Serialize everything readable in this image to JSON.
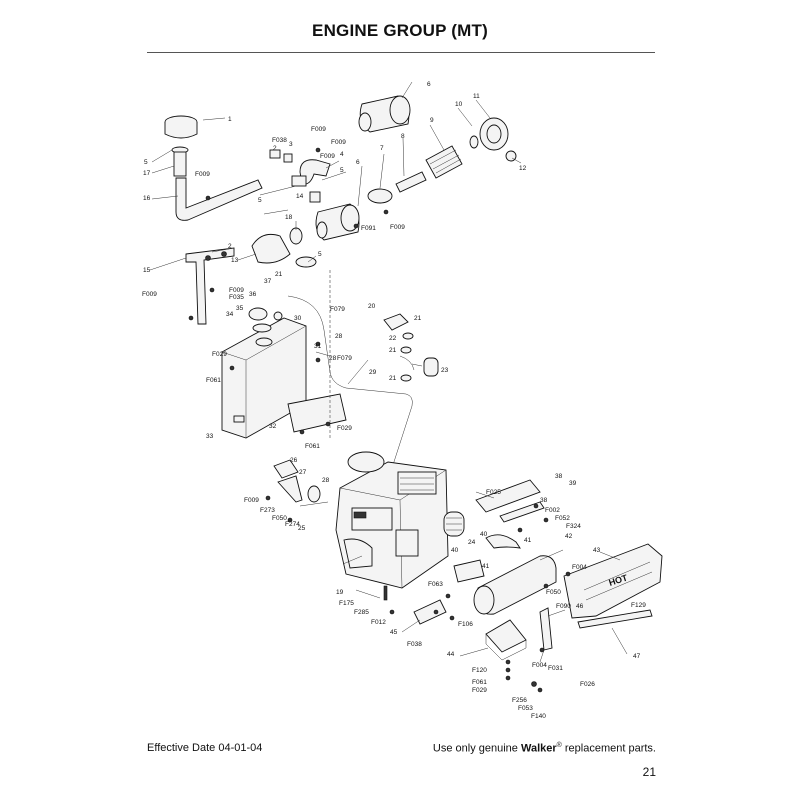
{
  "header": {
    "title": "ENGINE GROUP (MT)"
  },
  "footer": {
    "effective_date": "Effective Date 04-01-04",
    "notice_prefix": "Use only genuine",
    "brand": "Walker",
    "brand_mark": "®",
    "notice_suffix": "replacement parts.",
    "page_number": "21"
  },
  "diagram": {
    "muffler_guard_text": "HOT",
    "callouts": {
      "c_1": "1",
      "c_2a": "2",
      "c_2b": "2",
      "c_3": "3",
      "c_4": "4",
      "c_5a": "5",
      "c_5b": "5",
      "c_5c": "5",
      "c_5d": "5",
      "c_6a": "6",
      "c_6b": "6",
      "c_7": "7",
      "c_8": "8",
      "c_9": "9",
      "c_10": "10",
      "c_11": "11",
      "c_12": "12",
      "c_13": "13",
      "c_14": "14",
      "c_15": "15",
      "c_16": "16",
      "c_17": "17",
      "c_18": "18",
      "c_19": "19",
      "c_20": "20",
      "c_21a": "21",
      "c_21b": "21",
      "c_21c": "21",
      "c_21d": "21",
      "c_22": "22",
      "c_23": "23",
      "c_24": "24",
      "c_25": "25",
      "c_26": "26",
      "c_27": "27",
      "c_28a": "28",
      "c_28b": "28",
      "c_28c": "28",
      "c_29": "29",
      "c_30": "30",
      "c_31": "31",
      "c_32": "32",
      "c_33": "33",
      "c_34": "34",
      "c_35": "35",
      "c_36": "36",
      "c_37": "37",
      "c_38a": "38",
      "c_38b": "38",
      "c_39": "39",
      "c_40a": "40",
      "c_40b": "40",
      "c_41a": "41",
      "c_41b": "41",
      "c_42": "42",
      "c_43": "43",
      "c_44": "44",
      "c_45": "45",
      "c_46": "46",
      "c_47": "47",
      "c_F002": "F002",
      "c_F004a": "F004",
      "c_F004b": "F004",
      "c_F009a": "F009",
      "c_F009b": "F009",
      "c_F009c": "F009",
      "c_F009d": "F009",
      "c_F009e": "F009",
      "c_F009f": "F009",
      "c_F009g": "F009",
      "c_F009h": "F009",
      "c_F012": "F012",
      "c_F025": "F025",
      "c_F026": "F026",
      "c_F029a": "F029",
      "c_F029b": "F029",
      "c_F029c": "F029",
      "c_F031": "F031",
      "c_F035": "F035",
      "c_F038a": "F038",
      "c_F038b": "F038",
      "c_F050a": "F050",
      "c_F050b": "F050",
      "c_F052": "F052",
      "c_F053": "F053",
      "c_F061a": "F061",
      "c_F061b": "F061",
      "c_F061c": "F061",
      "c_F063": "F063",
      "c_F079a": "F079",
      "c_F079b": "F079",
      "c_F090": "F090",
      "c_F091": "F091",
      "c_F106": "F106",
      "c_F120": "F120",
      "c_F129": "F129",
      "c_F140": "F140",
      "c_F175": "F175",
      "c_F256": "F256",
      "c_F273": "F273",
      "c_F274": "F274",
      "c_F285": "F285",
      "c_F324": "F324"
    }
  }
}
